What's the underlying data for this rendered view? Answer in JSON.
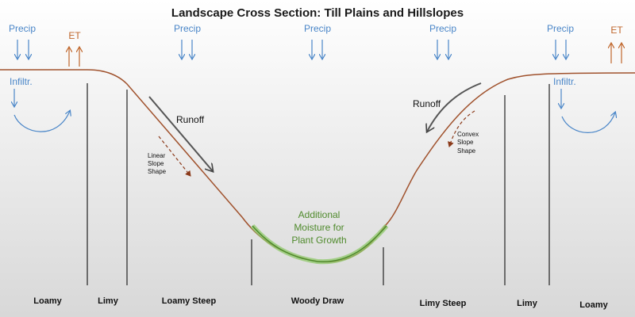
{
  "title": "Landscape Cross Section: Till Plains and Hillslopes",
  "labels": {
    "precip": "Precip",
    "et": "ET",
    "infiltration": "Infiltr.",
    "runoff": "Runoff",
    "linear_slope": [
      "Linear",
      "Slope",
      "Shape"
    ],
    "convex_slope": [
      "Convex",
      "Slope",
      "Shape"
    ],
    "moisture": [
      "Additional",
      "Moisture for",
      "Plant Growth"
    ]
  },
  "zones": [
    "Loamy",
    "Limy",
    "Loamy Steep",
    "Woody Draw",
    "Limy Steep",
    "Limy",
    "Loamy"
  ],
  "colors": {
    "terrain": "#a0522d",
    "precip_arrow": "#4a86c8",
    "et_arrow": "#c0662b",
    "runoff_arrow": "#555555",
    "moisture": "#4f8a2c",
    "divider": "#222222"
  }
}
